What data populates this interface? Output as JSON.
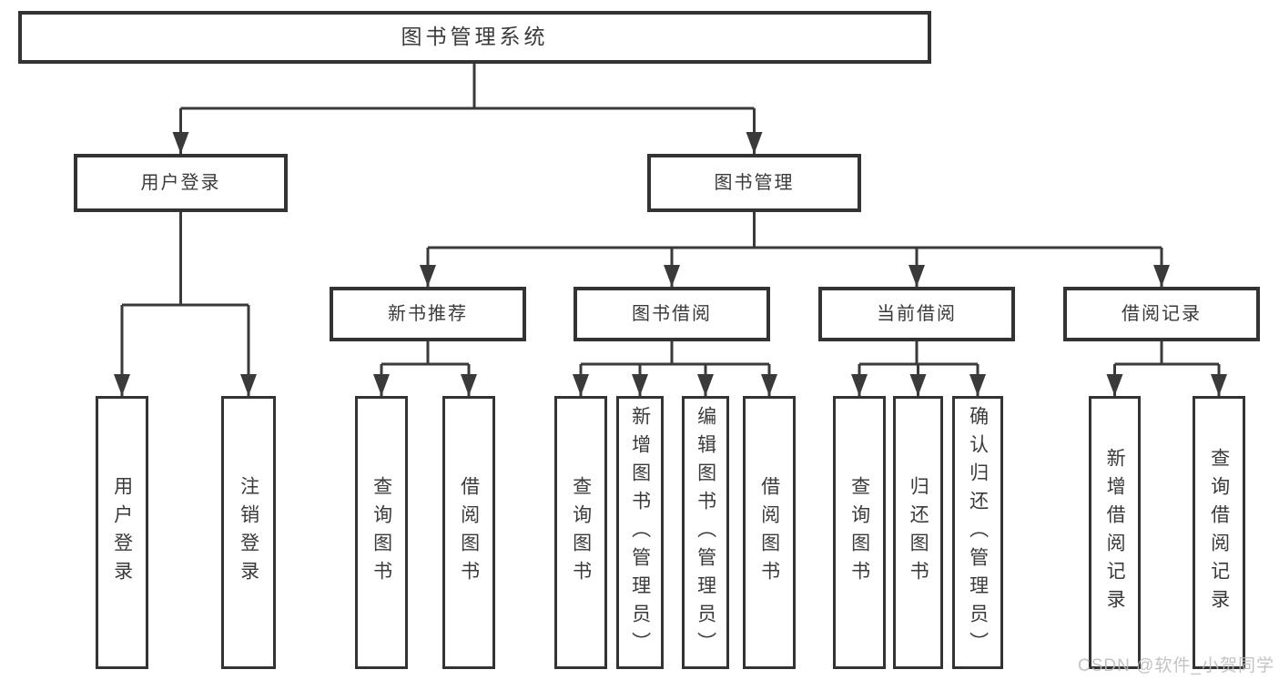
{
  "tree": {
    "root": "图书管理系统",
    "branches": [
      {
        "label": "用户登录",
        "children": [
          "用户登录",
          "注销登录"
        ]
      },
      {
        "label": "图书管理",
        "children": [
          {
            "label": "新书推荐",
            "children": [
              "查询图书",
              "借阅图书"
            ]
          },
          {
            "label": "图书借阅",
            "children": [
              "查询图书",
              "新增图书（管理员）",
              "编辑图书（管理员）",
              "借阅图书"
            ]
          },
          {
            "label": "当前借阅",
            "children": [
              "查询图书",
              "归还图书",
              "确认归还（管理员）"
            ]
          },
          {
            "label": "借阅记录",
            "children": [
              "新增借阅记录",
              "查询借阅记录"
            ]
          }
        ]
      }
    ]
  },
  "watermark": "CSDN @软件_小贺同学",
  "colors": {
    "line": "#3a3a3a",
    "box_border": "#333333",
    "text": "#3a3a3a",
    "watermark": "#bbbbbb",
    "background": "#ffffff"
  }
}
